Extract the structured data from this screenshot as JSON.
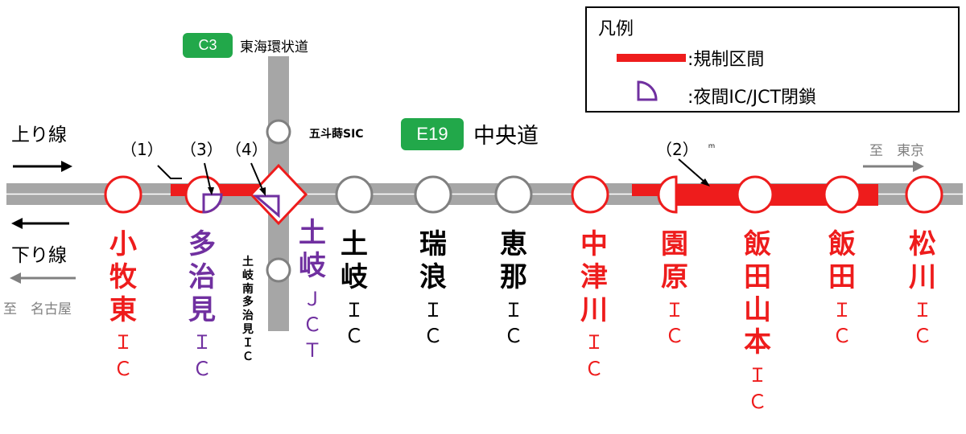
{
  "legend": {
    "title": "凡例",
    "restriction_label": ":規制区間",
    "night_closure_label": ":夜間IC/JCT閉鎖"
  },
  "routes": {
    "c3_badge": "C3",
    "c3_name": "東海環状道",
    "e19_badge": "E19",
    "e19_name": "中央道"
  },
  "directions": {
    "up_label": "上り線",
    "down_label": "下り線",
    "to_tokyo": "至　東京",
    "to_nagoya": "至　名古屋"
  },
  "markers": {
    "m1": "（1）",
    "m2": "（2）",
    "m3": "（3）",
    "m4": "（4）",
    "stray": "ｍ"
  },
  "c3_nodes": {
    "gotomaki": "五斗蒔SIC",
    "tokiminami_tajimi": "土岐南多治見ＩＣ"
  },
  "interchanges": [
    {
      "name": "小牧東",
      "suffix": "ＩＣ",
      "status": "restricted"
    },
    {
      "name": "多治見",
      "suffix": "ＩＣ",
      "status": "night_closed"
    },
    {
      "name": "土岐",
      "suffix": "ＪＣＴ",
      "status": "night_closed"
    },
    {
      "name": "土岐",
      "suffix": "ＩＣ",
      "status": "normal"
    },
    {
      "name": "瑞浪",
      "suffix": "ＩＣ",
      "status": "normal"
    },
    {
      "name": "恵那",
      "suffix": "ＩＣ",
      "status": "normal"
    },
    {
      "name": "中津川",
      "suffix": "ＩＣ",
      "status": "restricted"
    },
    {
      "name": "園原",
      "suffix": "ＩＣ",
      "status": "restricted"
    },
    {
      "name": "飯田山本",
      "suffix": "ＩＣ",
      "status": "restricted"
    },
    {
      "name": "飯田",
      "suffix": "ＩＣ",
      "status": "restricted"
    },
    {
      "name": "松川",
      "suffix": "ＩＣ",
      "status": "restricted"
    }
  ],
  "colors": {
    "restricted": "#ee1c1c",
    "night_closed": "#7030a0",
    "normal": "#000000",
    "road": "#a6a6a6",
    "badge": "#22a84a"
  }
}
